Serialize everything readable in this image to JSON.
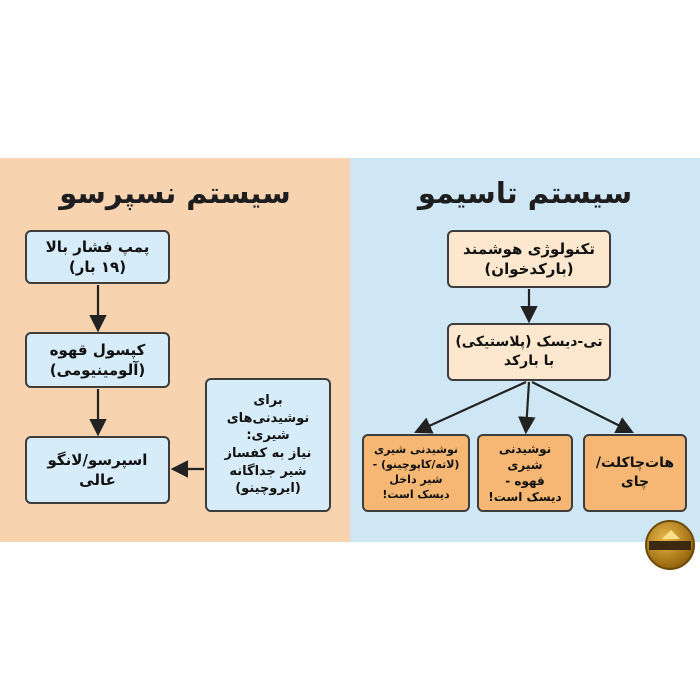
{
  "nespresso": {
    "title": "سیستم نسپرسو",
    "pump": "پمپ فشار بالا\n(۱۹ بار)",
    "capsule": "کپسول قهوه\n(آلومینیومی)",
    "espresso": "اسپرسو/لانگو عالی",
    "milk_note": "برای نوشیدنی‌های شیری:\nنیاز به کفساز شیر جداگانه (ایروچینو)"
  },
  "tassimo": {
    "title": "سیستم تاسیمو",
    "technology": "تکنولوژی هوشمند\n(بارکدخوان)",
    "tdisc": "تی-دیسک (پلاستیکی)\nبا بارکد",
    "hot_chocolate": "هات‌چاکلت/چای",
    "coffee_milk": "نوشیدنی شیری\nقهوه -\nدیسک است!",
    "latte_milk": "نوشیدنی شیری\n(لاته/کاپوچینو) -\nشیر داخل\nدیسک است!"
  },
  "colors": {
    "left_panel": "#f7d3b0",
    "right_panel": "#cfe6f4",
    "blue_box": "#d6ecf8",
    "cream_box": "#fde8cf",
    "orange_box": "#f5b773"
  }
}
